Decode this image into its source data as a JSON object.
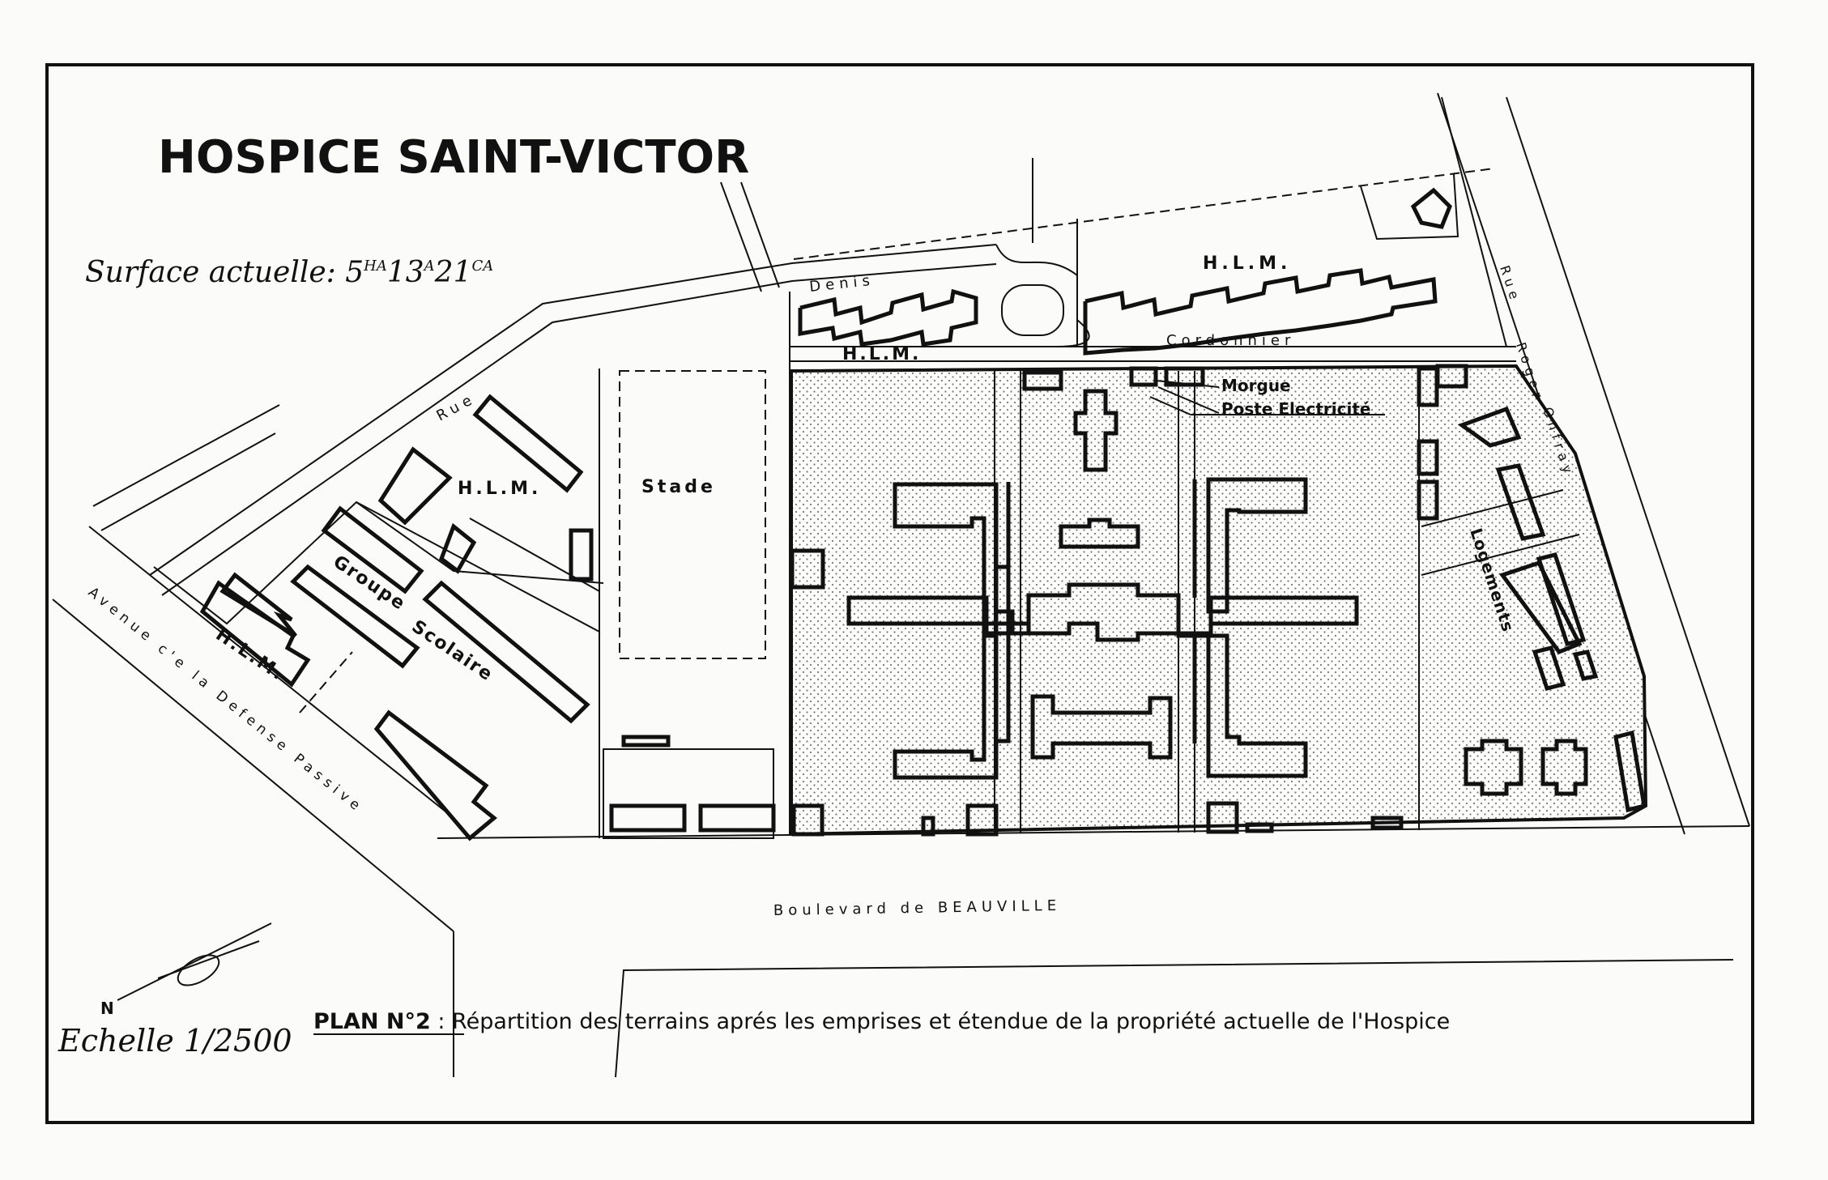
{
  "map": {
    "title": "HOSPICE SAINT-VICTOR",
    "surface_label": "Surface actuelle: 5",
    "surface_ha": "HA",
    "surface_13": "13",
    "surface_a": "A",
    "surface_21": "21",
    "surface_ca": "CA",
    "scale": "Echelle 1/2500",
    "north": "N",
    "caption_bold": "PLAN N°2",
    "caption_sep": " : ",
    "caption_text": "Répartition des terrains aprés les emprises et étendue de la propriété actuelle de l'Hospice",
    "streets": {
      "denis": "Denis",
      "cordonnier": "Cordonnier",
      "rue_left": "Rue",
      "rue_right": "Rue",
      "roger": "Roger",
      "onfray": "Onfray",
      "avenue": "Avenue c'e la Defense Passive",
      "boulevard": "Boulevard de BEAUVILLE"
    },
    "labels": {
      "hlm_top_right": "H.L.M.",
      "hlm_top_mid": "H.L.M.",
      "hlm_left": "H.L.M.",
      "hlm_bottom_left": "H.L.M.",
      "stade": "Stade",
      "groupe": "Groupe",
      "scolaire": "Scolaire",
      "morgue": "Morgue",
      "poste": "Poste Electricité",
      "logements": "Logements"
    },
    "colors": {
      "ink": "#111111",
      "paper": "#fbfbfa",
      "stipple": "#888888"
    }
  }
}
